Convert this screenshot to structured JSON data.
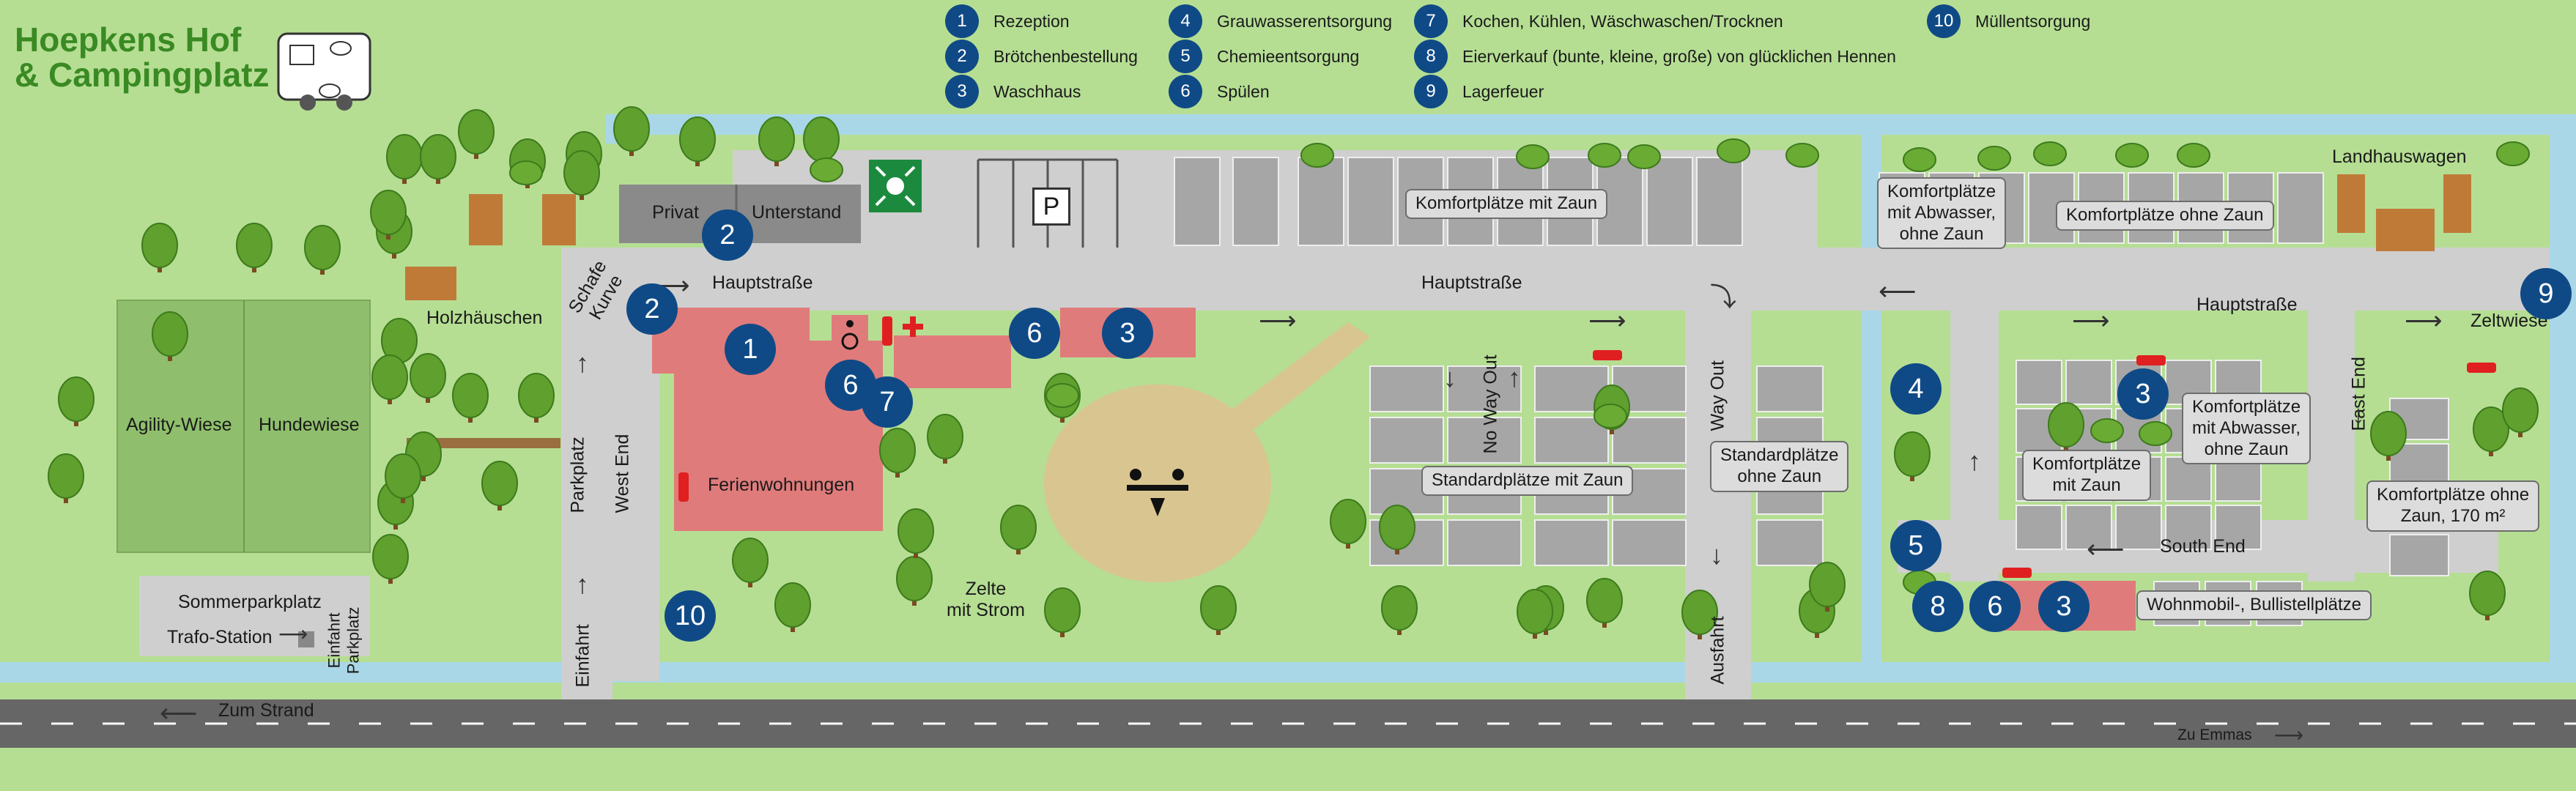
{
  "title": {
    "line1": "Hoepkens Hof",
    "line2": "& Campingplatz"
  },
  "legend": [
    {
      "num": "1",
      "label": "Rezeption"
    },
    {
      "num": "2",
      "label": "Brötchenbestellung"
    },
    {
      "num": "3",
      "label": "Waschhaus"
    },
    {
      "num": "4",
      "label": "Grauwasserentsorgung"
    },
    {
      "num": "5",
      "label": "Chemieentsorgung"
    },
    {
      "num": "6",
      "label": "Spülen"
    },
    {
      "num": "7",
      "label": "Kochen, Kühlen, Wäschwaschen/Trocknen"
    },
    {
      "num": "8",
      "label": "Eierverkauf (bunte, kleine, große) von glücklichen Hennen"
    },
    {
      "num": "9",
      "label": "Lagerfeuer"
    },
    {
      "num": "10",
      "label": "Müllentsorgung"
    }
  ],
  "markers": [
    "2",
    "2",
    "1",
    "6",
    "7",
    "6",
    "3",
    "4",
    "3",
    "5",
    "8",
    "6",
    "3",
    "9",
    "10"
  ],
  "areas": {
    "privat": "Privat",
    "unterstand": "Unterstand",
    "parking_sign": "P",
    "holzhaeuschen": "Holzhäuschen",
    "agility": "Agility-Wiese",
    "hundewiese": "Hundewiese",
    "sommerparkplatz": "Sommerparkplatz",
    "trafo": "Trafo-Station",
    "einfahrt_parkplatz": "Einfahrt Parkplatz",
    "ferienwohnungen": "Ferienwohnungen",
    "zelte": "Zelte\nmit Strom",
    "landhauswagen": "Landhauswagen",
    "zeltwiese": "Zeltwiese"
  },
  "roads": {
    "hauptstrasse_left": "Hauptstraße",
    "hauptstrasse_mid": "Hauptstraße",
    "hauptstrasse_right": "Hauptstraße",
    "schafe_kurve": "Schafe\nKurve",
    "parkplatz": "Parkplatz",
    "west_end": "West End",
    "einfahrt": "Einfahrt",
    "no_way_out": "No Way Out",
    "way_out": "Way Out",
    "ausfahrt": "Ausfahrt",
    "east_end": "East End",
    "south_end": "South End",
    "zum_strand": "Zum Strand",
    "zu_emmas": "Zu Emmas"
  },
  "pitches": {
    "komfort_zaun_top": "Komfortplätze mit Zaun",
    "komfort_abwasser_top": "Komfortplätze\nmit Abwasser,\nohne Zaun",
    "komfort_ohne_zaun_top": "Komfortplätze ohne Zaun",
    "standard_zaun": "Standardplätze mit Zaun",
    "standard_ohne_zaun": "Standardplätze\nohne Zaun",
    "komfort_zaun_right": "Komfortplätze\nmit Zaun",
    "komfort_abwasser_right": "Komfortplätze\nmit Abwasser,\nohne Zaun",
    "komfort_ohne_zaun_170": "Komfortplätze ohne\nZaun, 170 m²",
    "wohnmobil": "Wohnmobil-, Bullistellplätze"
  },
  "colors": {
    "grass": "#b5de93",
    "road": "#cfcfcf",
    "water": "#a9d7e8",
    "building": "#e07b7b",
    "marker": "#0f4a86",
    "title": "#3a8a23",
    "dog_field": "#8fbf6c",
    "sand": "#d9c590"
  }
}
